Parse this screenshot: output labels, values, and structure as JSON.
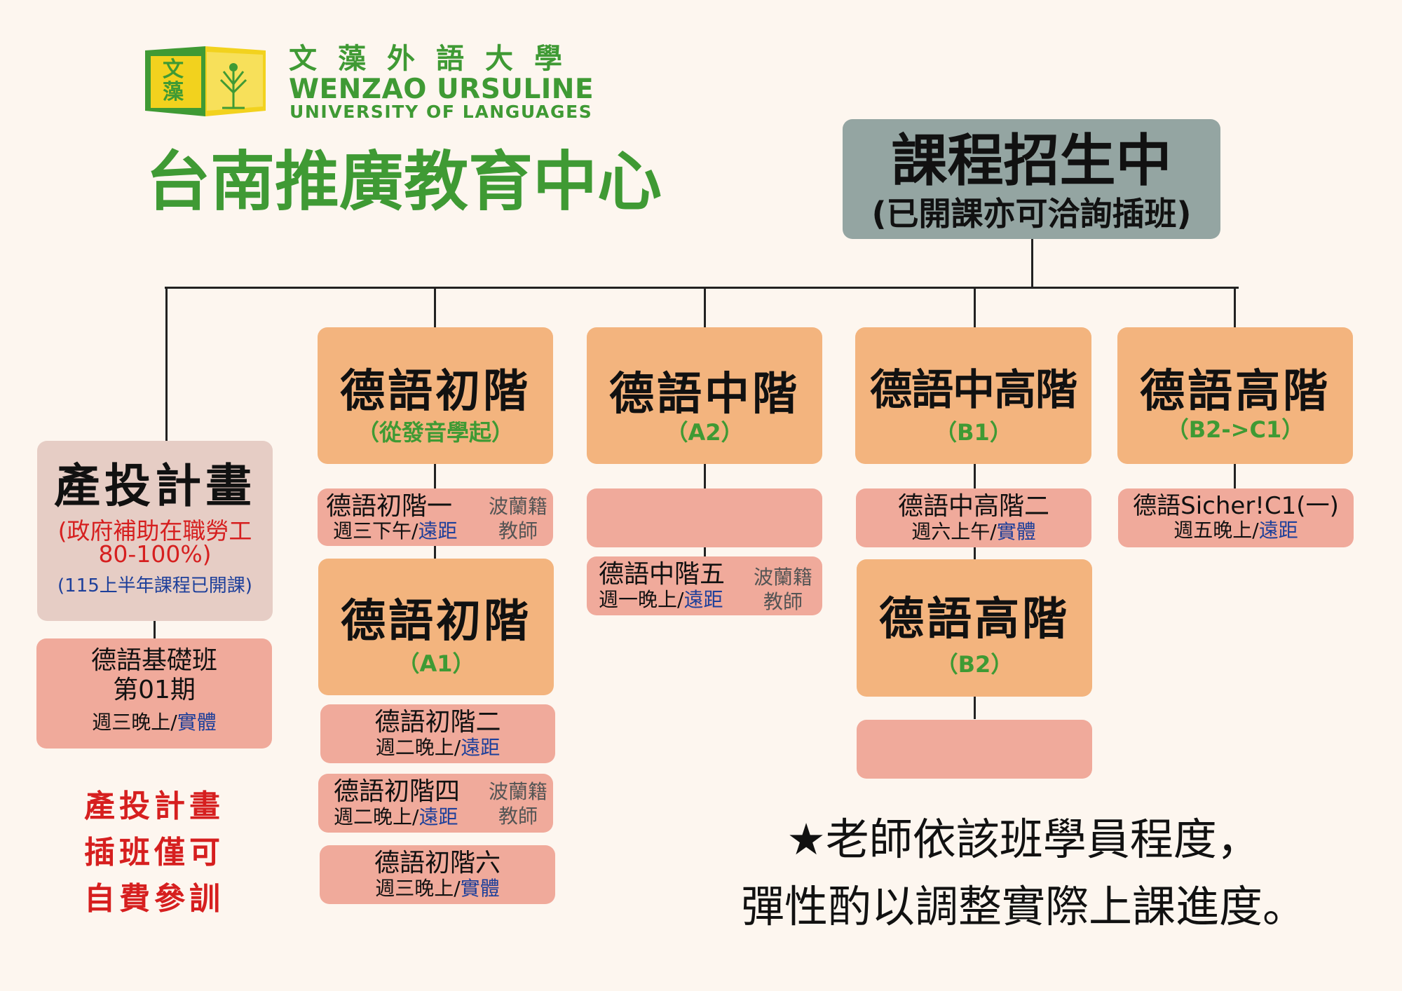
{
  "logo": {
    "badge_chars": [
      "文",
      "藻"
    ],
    "zh_name": "文藻外語大學",
    "en_line1": "WENZAO URSULINE",
    "en_line2": "UNIVERSITY OF LANGUAGES"
  },
  "center_title": "台南推廣教育中心",
  "root": {
    "title": "課程招生中",
    "subtitle": "(已開課亦可洽詢插班)"
  },
  "levels": [
    {
      "title": "德語初階",
      "sub": "（從發音學起）"
    },
    {
      "title": "德語中階",
      "sub": "（A2）"
    },
    {
      "title": "德語中高階",
      "sub": "（B1）"
    },
    {
      "title": "德語高階",
      "sub": "（B2->C1）"
    },
    {
      "title": "德語初階",
      "sub": "（A1）"
    },
    {
      "title": "德語高階",
      "sub": "（B2）"
    }
  ],
  "project": {
    "title": "產投計畫",
    "line1": "(政府補助在職勞工",
    "line2": "80-100%)",
    "line3": "(115上半年課程已開課)"
  },
  "classes": {
    "basic": {
      "name1": "德語基礎班",
      "name2": "第01期",
      "time": "週三晚上/",
      "mode": "實體"
    },
    "beg1": {
      "name": "德語初階一",
      "time": "週三下午/",
      "mode": "遠距",
      "teacher1": "波蘭籍",
      "teacher2": "教師"
    },
    "beg2": {
      "name": "德語初階二",
      "time": "週二晚上/",
      "mode": "遠距"
    },
    "beg4": {
      "name": "德語初階四",
      "time": "週二晚上/",
      "mode": "遠距",
      "teacher1": "波蘭籍",
      "teacher2": "教師"
    },
    "beg6": {
      "name": "德語初階六",
      "time": "週三晚上/",
      "mode": "實體"
    },
    "mid5": {
      "name": "德語中階五",
      "time": "週一晚上/",
      "mode": "遠距",
      "teacher1": "波蘭籍",
      "teacher2": "教師"
    },
    "uppmid2": {
      "name": "德語中高階二",
      "time": "週六上午/",
      "mode": "實體"
    },
    "c1": {
      "name": "德語Sicher!C1(一)",
      "time": "週五晚上/",
      "mode": "遠距"
    }
  },
  "note_red": [
    "產投計畫",
    "插班僅可",
    "自費參訓"
  ],
  "note_bottom": [
    "★老師依該班學員程度，",
    "彈性酌以調整實際上課進度。"
  ],
  "colors": {
    "green": "#3f9a34",
    "orange_box": "#f3b47e",
    "pink_box": "#f0aa9b",
    "root_box": "#94a5a2",
    "red": "#d61f1f",
    "blue": "#1d3f9a"
  }
}
